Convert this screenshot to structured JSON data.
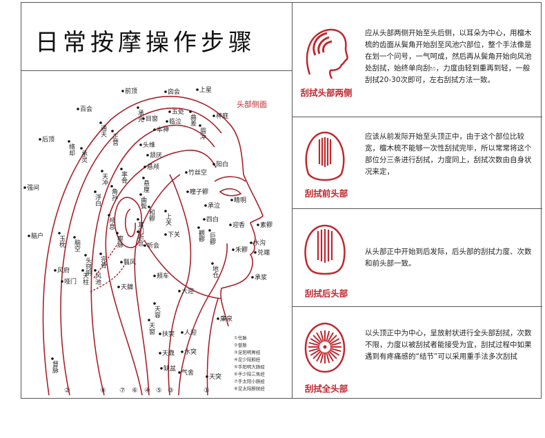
{
  "title": "日常按摩操作步骤",
  "diagram": {
    "section_label": "头部侧面",
    "labels": {
      "qianding": "前顶",
      "baihui": "百会",
      "xinhui": "囟会",
      "shangxing": "上星",
      "houding": "后顶",
      "tongtian": "通天",
      "chengguang": "承光",
      "wuchu": "五处",
      "quchai": "曲差",
      "shenting": "神庭",
      "luoque": "络却",
      "chengling": "承灵",
      "zhengying": "正营",
      "muchuang": "目窗",
      "linqi": "临泣",
      "meichong": "眉冲",
      "benshen": "本神",
      "touwei": "头维",
      "hanyan": "颔厌",
      "xuanlu": "悬颅",
      "xuanli": "悬厘",
      "tianchong": "天冲",
      "shuaigu": "率骨",
      "jiaosun": "角孙",
      "fubai": "浮白",
      "qiangjian": "强间",
      "naohu": "脑户",
      "yuzhen": "玉枕",
      "naokong": "脑空",
      "luxi": "颅息",
      "qimai": "瘈脉",
      "wangu": "完骨",
      "touqiaoyin": "头窍阴",
      "qubin": "曲鬓",
      "heliao": "和髎",
      "ermen": "耳门",
      "tinggong": "听宫",
      "tinghui": "听会",
      "shangguan": "上关",
      "xiaguan": "下关",
      "zhuzikong": "竹丝空",
      "tongziliao": "瞳子髎",
      "yangbai": "阳白",
      "jingming": "睛明",
      "chengqi": "承泣",
      "sibai": "四白",
      "juliao": "巨髎",
      "quanliao": "颧髎",
      "yingxiang": "迎香",
      "suliao": "素髎",
      "heliao2": "禾髎",
      "shuigou": "水沟",
      "duiduan": "兑端",
      "dicang": "地仓",
      "chengjiang": "承浆",
      "yifeng": "翳风",
      "jiache": "颊车",
      "daying": "大迎",
      "fengfu": "风府",
      "yamen": "哑门",
      "tianzhu": "天柱",
      "fengchi": "风池",
      "tianyou": "天牖",
      "tianrong": "天容",
      "tianchuang": "天窗",
      "renying": "人迎",
      "futu": "扶突",
      "shuitu": "水突",
      "tianding": "天鼎",
      "quepen": "缺盆",
      "qihu": "气舍",
      "tiantu": "天突",
      "lianquan": "廉泉",
      "jingbiao": "督脉"
    },
    "legend": [
      "①任脉",
      "②督脉",
      "③足阳明胃经",
      "④足少阳胆经",
      "⑤手阳明大肠经",
      "⑥手少阳三焦经",
      "⑦手太阳小肠经",
      "⑧足太阳膀胱经"
    ],
    "bottom_numbers": [
      "②",
      "⑧",
      "⑦",
      "⑥",
      "④",
      "⑤",
      "③",
      "①"
    ]
  },
  "steps": [
    {
      "caption": "刮拭头部两侧",
      "icon": "head-side-icon",
      "text": "应从头部两侧开始至头后侧，以耳朵为中心，用檀木梳的齿面从鬓角开始刮至风池穴部位，整个手法像是在划一个问号，一气呵成，然后再从鬓角开始向风池处刮拭，始终单向刮භ，力度由轻到重再到轻，一般刮拭20-30次即可，左右刮拭方法一致。"
    },
    {
      "caption": "刮拭前头部",
      "icon": "head-front-icon",
      "text": "应该从前发际开始至头顶正中，由于这个部位比较宽，檀木梳不能够一次性刮拭完毕，所以常常将这个部位分三条进行刮拭，力度同上，刮拭次数由自身状况来定，"
    },
    {
      "caption": "刮拭后头部",
      "icon": "head-back-icon",
      "text": "从头部正中开始到后发际，后头部的刮拭力度、次数和前头部一致。"
    },
    {
      "caption": "刮拭全头部",
      "icon": "head-top-icon",
      "text": "以头顶正中为中心，呈放射状进行全头部刮拭，次数不限，力度以被刮拭者能接受为宜，刮拭过程中如果遇到有疼痛感的“结节”可以采用重手法多次刮拭"
    }
  ],
  "colors": {
    "accent": "#c0262d",
    "border": "#555555"
  }
}
